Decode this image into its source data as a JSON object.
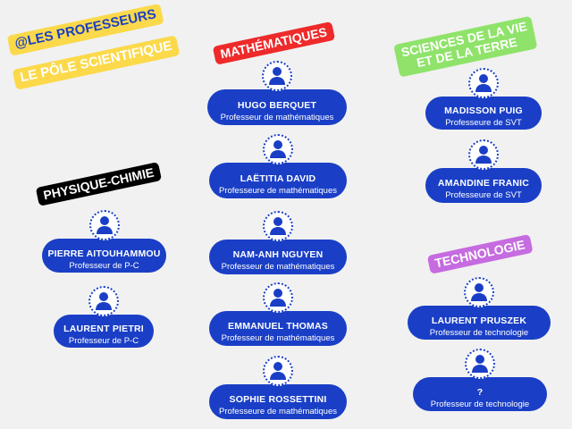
{
  "header": {
    "title": "@LES PROFESSEURS",
    "subtitle": "LE PÔLE SCIENTIFIQUE"
  },
  "sections": {
    "maths": {
      "label": "MATHÉMATIQUES",
      "color": "#ee2a2a"
    },
    "svt": {
      "label_line1": "SCIENCES DE LA VIE",
      "label_line2": "ET DE LA TERRE",
      "color": "#8fe36a"
    },
    "pc": {
      "label": "PHYSIQUE-CHIMIE",
      "color": "#000000"
    },
    "techno": {
      "label": "TECHNOLOGIE",
      "color": "#c66be0"
    }
  },
  "teachers": [
    {
      "name": "HUGO BERQUET",
      "role": "Professeur de mathématiques"
    },
    {
      "name": "LAËTITIA DAVID",
      "role": "Professeure de mathématiques"
    },
    {
      "name": "NAM-ANH NGUYEN",
      "role": "Professeur de mathématiques"
    },
    {
      "name": "EMMANUEL THOMAS",
      "role": "Professeur de mathématiques"
    },
    {
      "name": "SOPHIE ROSSETTINI",
      "role": "Professeure de mathématiques"
    },
    {
      "name": "MADISSON PUIG",
      "role": "Professeure de SVT"
    },
    {
      "name": "AMANDINE FRANIC",
      "role": "Professeure de SVT"
    },
    {
      "name": "LAURENT PRUSZEK",
      "role": "Professeur de technologie"
    },
    {
      "name": "?",
      "role": "Professeur de technologie"
    },
    {
      "name": "PIERRE AITOUHAMMOU",
      "role": "Professeur de P-C"
    },
    {
      "name": "LAURENT PIETRI",
      "role": "Professeur de P-C"
    }
  ]
}
